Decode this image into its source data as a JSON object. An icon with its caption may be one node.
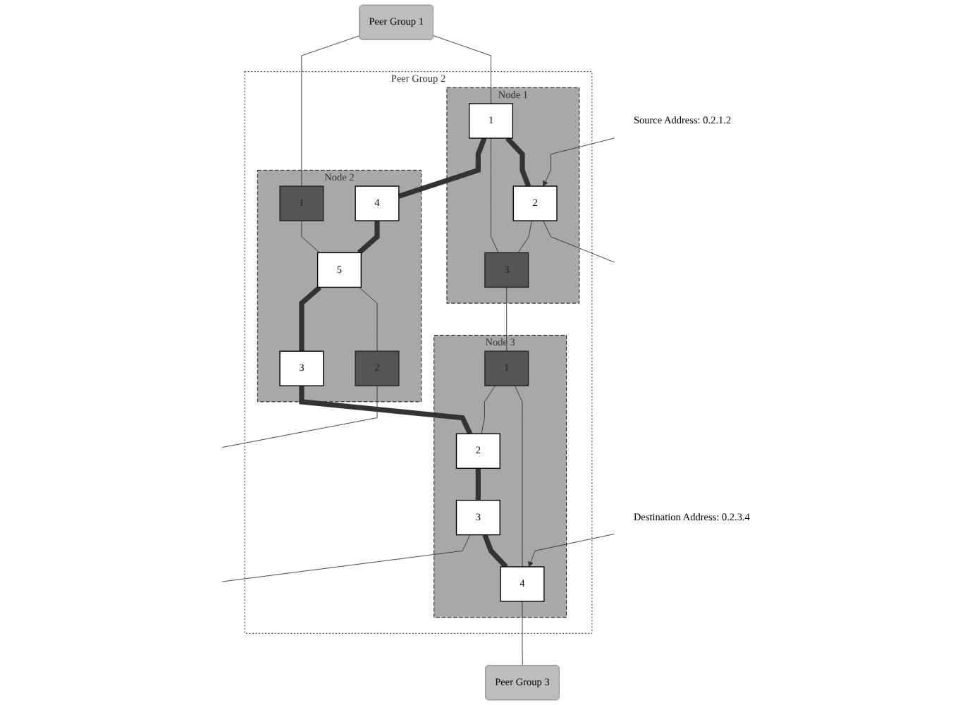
{
  "diagram": {
    "nodes": [
      {
        "text": [
          "Source Address: 0.2.1.2"
        ]
      },
      {
        "text": [
          "Peer Group 1"
        ]
      },
      {
        "text": [
          "Peer Group 2"
        ]
      },
      {
        "text": [
          "Node 1"
        ],
        "in": 2
      },
      {
        "text": [
          "2"
        ],
        "in": 3
      },
      {
        "text": [
          "1"
        ],
        "in": 3
      },
      {
        "text": [
          "3"
        ],
        "in": 3
      },
      {
        "text": [
          "Node 2"
        ],
        "in": 2
      },
      {
        "text": [
          "1"
        ],
        "in": 7
      },
      {
        "text": [
          "4"
        ],
        "in": 7
      },
      {
        "text": [
          "5"
        ],
        "in": 7
      },
      {
        "text": [
          "2"
        ],
        "in": 7
      },
      {
        "text": [
          "3"
        ],
        "in": 7
      },
      {
        "text": [
          "Node 3"
        ],
        "in": 2
      },
      {
        "text": [
          "1"
        ],
        "in": 13
      },
      {
        "text": [
          "4"
        ],
        "in": 13
      },
      {
        "text": [
          "2"
        ],
        "in": 13
      },
      {
        "text": [
          "3"
        ],
        "in": 13
      },
      {
        "text": [
          "Peer Group 3"
        ]
      },
      {
        "text": [
          "Destination Address: 0.2.3.4"
        ]
      }
    ],
    "edges": [
      {
        "from": 0,
        "to": 4,
        "arrow": "to"
      },
      {
        "from": 4,
        "to": null,
        "arrow": "none"
      },
      {
        "from": 1,
        "to": 5,
        "arrow": "none"
      },
      {
        "from": 5,
        "to": 4,
        "arrow": "none",
        "style": "thick"
      },
      {
        "from": 5,
        "to": 6,
        "arrow": "none"
      },
      {
        "from": 4,
        "to": 6,
        "arrow": "none"
      },
      {
        "from": 5,
        "to": 9,
        "arrow": "none",
        "style": "thick"
      },
      {
        "from": 6,
        "to": 14,
        "arrow": "none"
      },
      {
        "from": 1,
        "to": 8,
        "arrow": "none"
      },
      {
        "from": 8,
        "to": 10,
        "arrow": "none"
      },
      {
        "from": 9,
        "to": 10,
        "arrow": "none",
        "style": "thick"
      },
      {
        "from": 10,
        "to": 11,
        "arrow": "none"
      },
      {
        "from": 10,
        "to": 12,
        "arrow": "none",
        "style": "thick"
      },
      {
        "from": 11,
        "to": null,
        "arrow": "none"
      },
      {
        "from": 12,
        "to": 16,
        "arrow": "none",
        "style": "thick"
      },
      {
        "from": 14,
        "to": 15,
        "arrow": "none"
      },
      {
        "from": 14,
        "to": 16,
        "arrow": "none"
      },
      {
        "from": 16,
        "to": 17,
        "arrow": "none",
        "style": "thick"
      },
      {
        "from": 17,
        "to": 15,
        "arrow": "none",
        "style": "thick"
      },
      {
        "from": 15,
        "to": 18,
        "arrow": "none"
      },
      {
        "from": 17,
        "to": null,
        "arrow": "none"
      },
      {
        "from": 19,
        "to": 15,
        "arrow": "to"
      }
    ]
  }
}
